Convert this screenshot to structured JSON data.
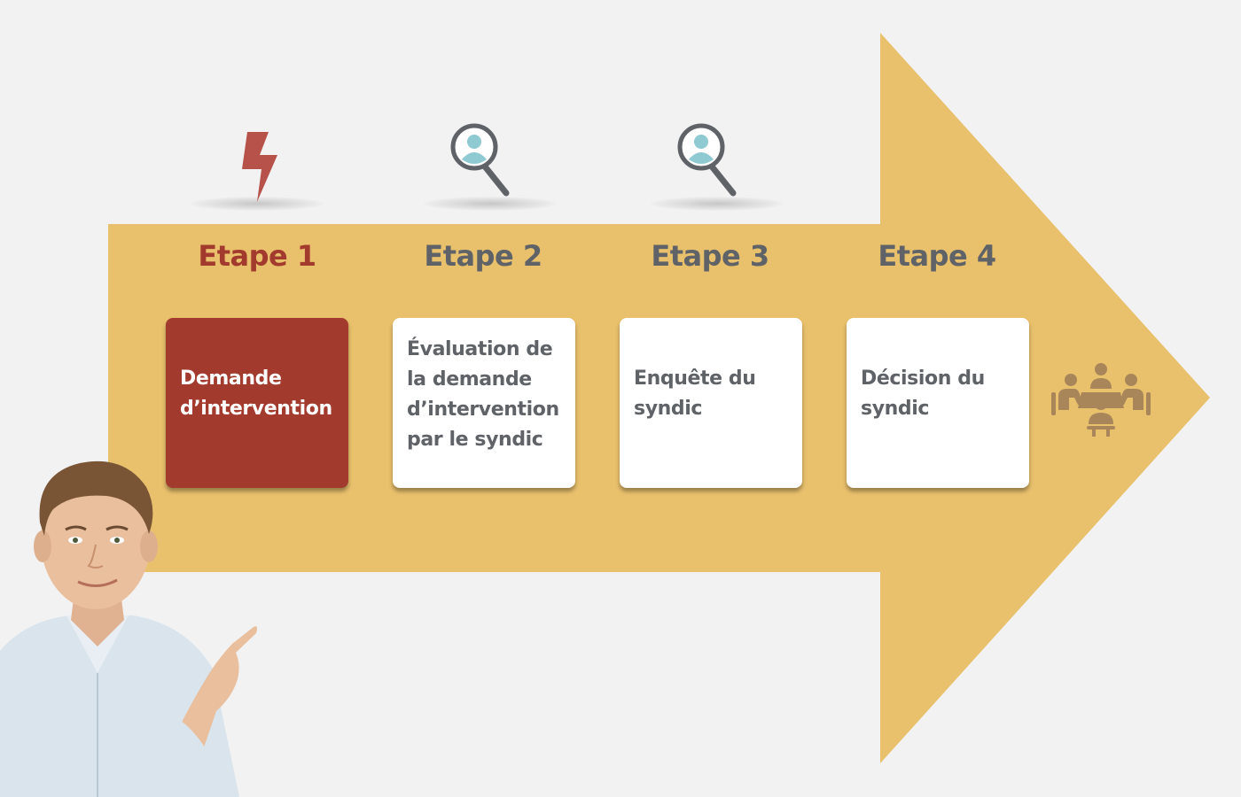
{
  "diagram": {
    "colors": {
      "arrow": "#e9c16d",
      "accent": "#a23a2e",
      "text": "#5f6368",
      "card": "#ffffff",
      "icon_teal": "#8fc9d1",
      "icon_meeting": "#a8865a"
    },
    "steps": [
      {
        "title": "Etape 1",
        "icon": "lightning-icon",
        "lines": [
          "Demande",
          "d’intervention"
        ],
        "active": true
      },
      {
        "title": "Etape 2",
        "icon": "magnifier-user-icon",
        "lines": [
          "Évaluation de",
          "la demande",
          "d’intervention",
          "par le syndic"
        ],
        "active": false
      },
      {
        "title": "Etape 3",
        "icon": "magnifier-user-icon",
        "lines": [
          "Enquête du",
          "syndic"
        ],
        "active": false
      },
      {
        "title": "Etape 4",
        "icon": "none",
        "lines": [
          "Décision du",
          "syndic"
        ],
        "active": false
      }
    ],
    "end_icon": "meeting-table-icon",
    "illustration": "man-pointing-photo"
  }
}
